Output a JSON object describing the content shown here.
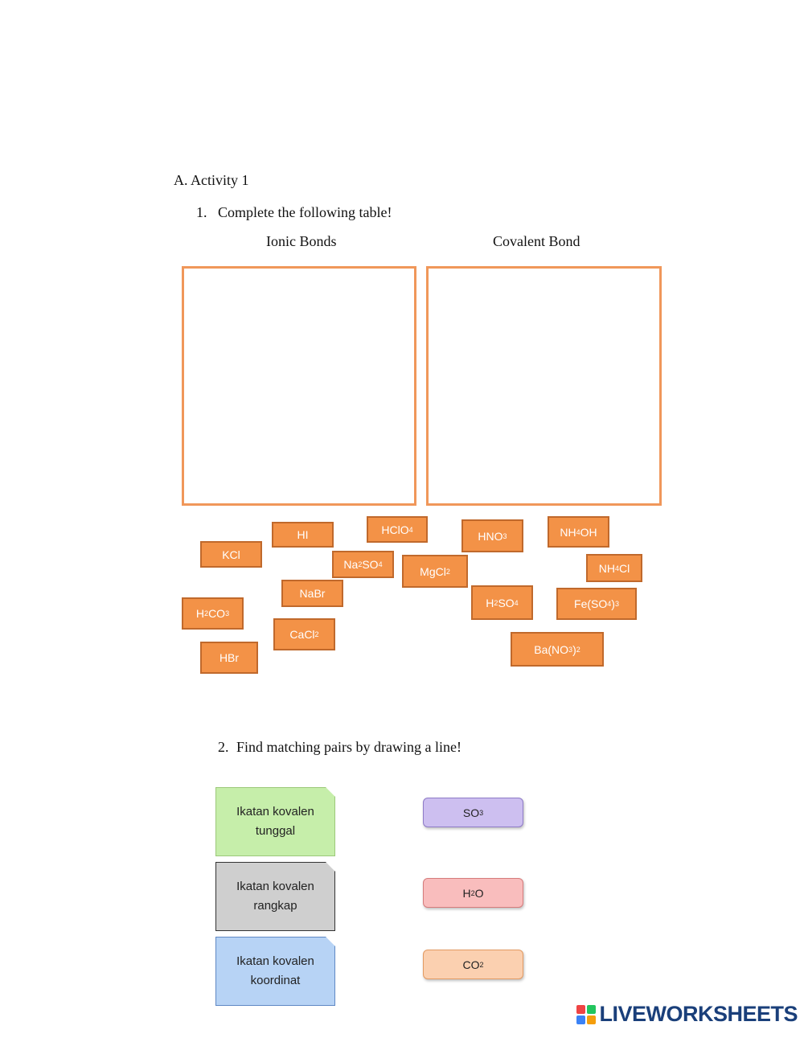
{
  "section_title": "A. Activity 1",
  "q1": {
    "number": "1.",
    "text": "Complete the following table!",
    "col_ionic": "Ionic Bonds",
    "col_covalent": "Covalent Bond"
  },
  "chips": {
    "kcl": "KCl",
    "hi": "HI",
    "hclo4": [
      "HClO",
      "4",
      ""
    ],
    "hno3": [
      "HNO",
      "3",
      ""
    ],
    "nh4oh": [
      "NH",
      "4",
      "OH"
    ],
    "na2so4": [
      "Na",
      "2",
      "SO",
      "4"
    ],
    "mgcl2": [
      "MgCl",
      "2",
      ""
    ],
    "nh4cl": [
      "NH",
      "4",
      "Cl"
    ],
    "nabr": "NaBr",
    "h2so4": [
      "H",
      "2",
      "SO",
      "4"
    ],
    "fe_so4_3": [
      "Fe(SO",
      "4",
      ")",
      "3"
    ],
    "h2co3": [
      "H",
      "2",
      "CO",
      "3"
    ],
    "cacl2": [
      "CaCl",
      "2",
      ""
    ],
    "ba_no3_2": [
      "Ba(NO",
      "3",
      ")",
      "2"
    ],
    "hbr": "HBr"
  },
  "q2": {
    "number": "2.",
    "text": "Find matching pairs by drawing a line!",
    "cards": [
      {
        "line1": "Ikatan kovalen",
        "line2": "tunggal",
        "color": "#c6eeaa"
      },
      {
        "line1": "Ikatan kovalen",
        "line2": "rangkap",
        "color": "#cfcfcf"
      },
      {
        "line1": "Ikatan kovalen",
        "line2": "koordinat",
        "color": "#b7d3f5"
      }
    ],
    "pills": [
      {
        "main": "SO",
        "sub": "3",
        "rest": "",
        "color": "#cdbff0",
        "border": "#8e7bc7"
      },
      {
        "main": "H",
        "sub": "2",
        "rest": "O",
        "color": "#f9bdbd",
        "border": "#d67c7c"
      },
      {
        "main": "CO",
        "sub": "2",
        "rest": "",
        "color": "#fbd0b0",
        "border": "#e39a62"
      }
    ]
  },
  "logo": {
    "text": "LIVEWORKSHEETS",
    "colors": [
      "#ef4444",
      "#22c55e",
      "#3b82f6",
      "#f59e0b"
    ]
  }
}
